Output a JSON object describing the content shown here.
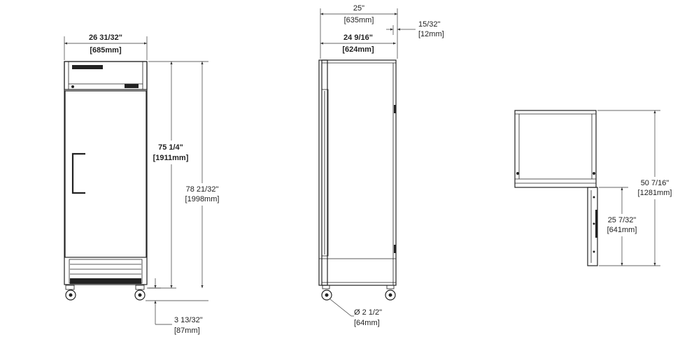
{
  "dimensions": {
    "front_width": {
      "imperial": "26 31/32\"",
      "metric": "[685mm]"
    },
    "front_height_body": {
      "imperial": "75 1/4\"",
      "metric": "[1911mm]"
    },
    "front_height_total": {
      "imperial": "78 21/32\"",
      "metric": "[1998mm]"
    },
    "caster_height": {
      "imperial": "3 13/32\"",
      "metric": "[87mm]"
    },
    "side_depth_total": {
      "imperial": "25\"",
      "metric": "[635mm]"
    },
    "side_depth_body": {
      "imperial": "24 9/16\"",
      "metric": "[624mm]"
    },
    "door_offset": {
      "imperial": "15/32\"",
      "metric": "[12mm]"
    },
    "caster_diameter": {
      "imperial": "Ø 2 1/2\"",
      "metric": "[64mm]"
    },
    "top_depth_total": {
      "imperial": "50 7/16\"",
      "metric": "[1281mm]"
    },
    "top_door_swing": {
      "imperial": "25 7/32\"",
      "metric": "[641mm]"
    }
  },
  "colors": {
    "line": "#222222",
    "background": "#ffffff"
  }
}
